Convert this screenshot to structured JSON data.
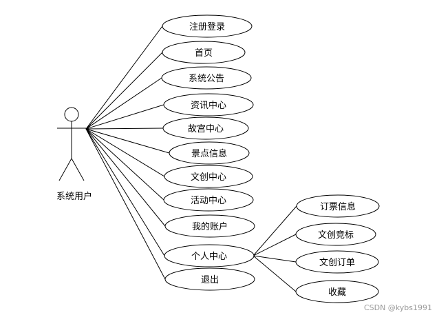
{
  "actor": {
    "label": "系统用户"
  },
  "use_cases": [
    {
      "id": "register-login",
      "label": "注册登录"
    },
    {
      "id": "home",
      "label": "首页"
    },
    {
      "id": "system-notice",
      "label": "系统公告"
    },
    {
      "id": "news-center",
      "label": "资讯中心"
    },
    {
      "id": "palace-center",
      "label": "故宫中心"
    },
    {
      "id": "scenic-info",
      "label": "景点信息"
    },
    {
      "id": "cultural-center",
      "label": "文创中心"
    },
    {
      "id": "activity-center",
      "label": "活动中心"
    },
    {
      "id": "my-account",
      "label": "我的账户"
    },
    {
      "id": "personal-center",
      "label": "个人中心"
    },
    {
      "id": "logout",
      "label": "退出"
    }
  ],
  "sub_use_cases": [
    {
      "id": "ticket-info",
      "label": "订票信息"
    },
    {
      "id": "cultural-bid",
      "label": "文创竞标"
    },
    {
      "id": "cultural-order",
      "label": "文创订单"
    },
    {
      "id": "favorites",
      "label": "收藏"
    }
  ],
  "watermark": "CSDN @kybs1991"
}
